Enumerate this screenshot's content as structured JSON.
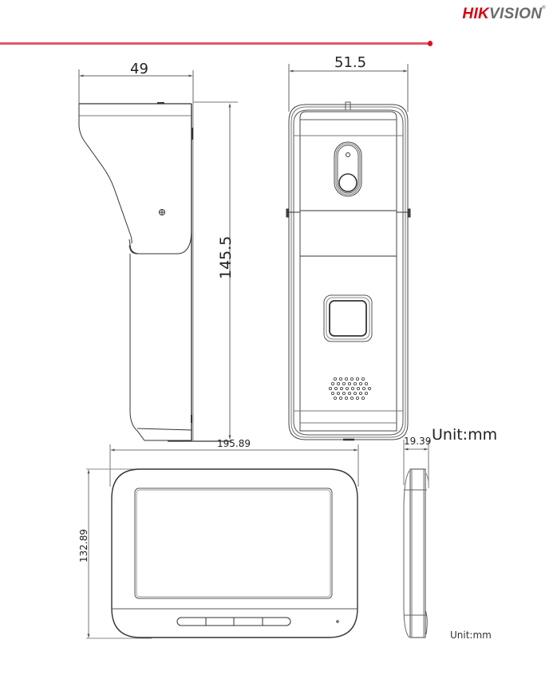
{
  "header": {
    "brand_hik": "HIK",
    "brand_vision": "VISION",
    "brand_reg": "®",
    "accent_color": "#d7000f",
    "rule_color": "#dd5a64"
  },
  "door_station": {
    "side_view": {
      "width_dim": "49",
      "height_dim": "145.5"
    },
    "front_view": {
      "width_dim": "51.5"
    },
    "unit_label": "Unit:mm"
  },
  "indoor_monitor": {
    "front_view": {
      "width_dim": "195.89",
      "height_dim": "132.89",
      "button_count": 4
    },
    "side_view": {
      "depth_dim": "19.39"
    },
    "unit_label": "Unit:mm"
  }
}
